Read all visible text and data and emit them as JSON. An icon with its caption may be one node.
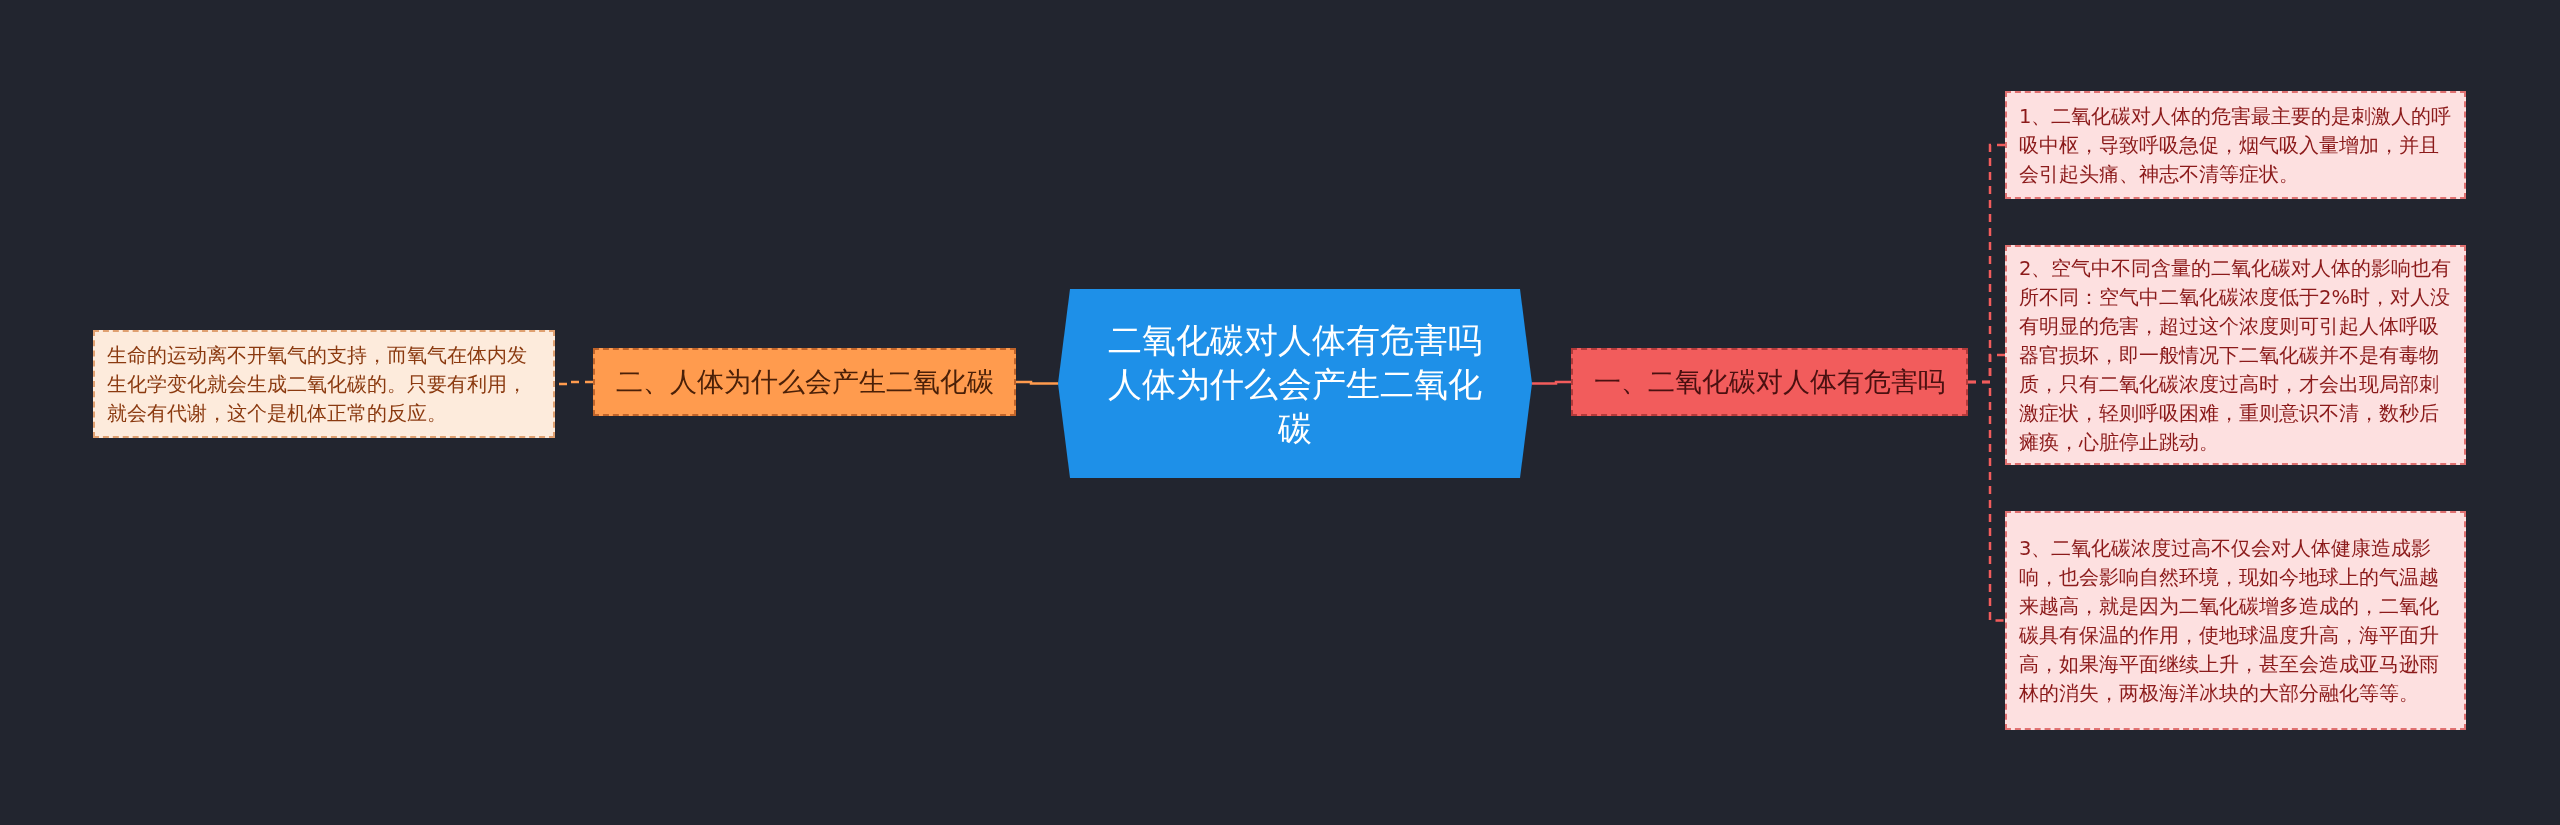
{
  "diagram": {
    "nodes": [
      {
        "text": [
          "二氧化碳对人体有危害吗人体为什么会产生二氧化碳"
        ]
      },
      {
        "text": [
          "一、二氧化碳对人体有危害吗"
        ]
      },
      {
        "text": [
          "1、二氧化碳对人体的危害最主要的是刺激人的呼吸中枢，导致呼吸急促，烟气吸入量增加，并且会引起头痛、神志不清等症状。"
        ]
      },
      {
        "text": [
          "2、空气中不同含量的二氧化碳对人体的影响也有所不同：空气中二氧化碳浓度低于2%时，对人没有明显的危害，超过这个浓度则可引起人体呼吸器官损坏，即一般情况下二氧化碳并不是有毒物质，只有二氧化碳浓度过高时，才会出现局部刺激症状，轻则呼吸困难，重则意识不清，数秒后瘫痪，心脏停止跳动。"
        ]
      },
      {
        "text": [
          "3、二氧化碳浓度过高不仅会对人体健康造成影响，也会影响自然环境，现如今地球上的气温越来越高，就是因为二氧化碳增多造成的，二氧化碳具有保温的作用，使地球温度升高，海平面升高，如果海平面继续上升，甚至会造成亚马逊雨林的消失，两极海洋冰块的大部分融化等等。"
        ]
      },
      {
        "text": [
          "二、人体为什么会产生二氧化碳"
        ]
      },
      {
        "text": [
          "生命的运动离不开氧气的支持，而氧气在体内发生化学变化就会生成二氧化碳的。只要有利用，就会有代谢，这个是机体正常的反应。"
        ]
      }
    ],
    "edges": [
      {
        "from": 0,
        "to": 1,
        "arrow": "none",
        "color": "#f25c5c"
      },
      {
        "from": 1,
        "to": 2,
        "arrow": "none",
        "style": "dashed",
        "color": "#f25c5c"
      },
      {
        "from": 1,
        "to": 3,
        "arrow": "none",
        "style": "dashed",
        "color": "#f25c5c"
      },
      {
        "from": 1,
        "to": 4,
        "arrow": "none",
        "style": "dashed",
        "color": "#f25c5c"
      },
      {
        "from": 0,
        "to": 5,
        "arrow": "none",
        "color": "#ff9b4e"
      },
      {
        "from": 5,
        "to": 6,
        "arrow": "none",
        "style": "dashed",
        "color": "#ff9b4e"
      }
    ]
  }
}
